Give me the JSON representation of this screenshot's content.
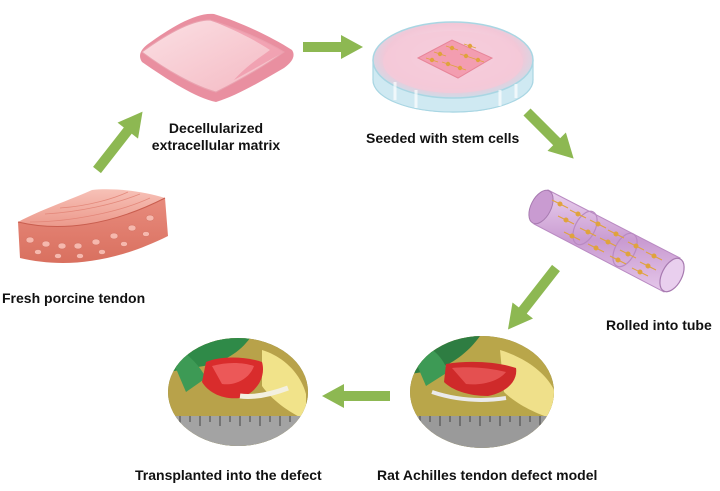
{
  "steps": [
    {
      "id": "tendon",
      "label": "Fresh porcine tendon"
    },
    {
      "id": "matrix",
      "label": "Decellularized\nextracellular matrix"
    },
    {
      "id": "seeded",
      "label": "Seeded with stem cells"
    },
    {
      "id": "tube",
      "label": "Rolled into tube"
    },
    {
      "id": "model",
      "label": "Rat Achilles tendon defect model"
    },
    {
      "id": "transplant",
      "label": "Transplanted into the defect"
    }
  ],
  "colors": {
    "arrow": "#8db852",
    "tendon": "#f0a79a",
    "matrix": "#f7c7ce",
    "dish": "#bfe3ee",
    "tube": "#d7b2dc",
    "cell": "#e0a33c",
    "glove": "#2f8a48",
    "tissue": "#d92c2c"
  }
}
